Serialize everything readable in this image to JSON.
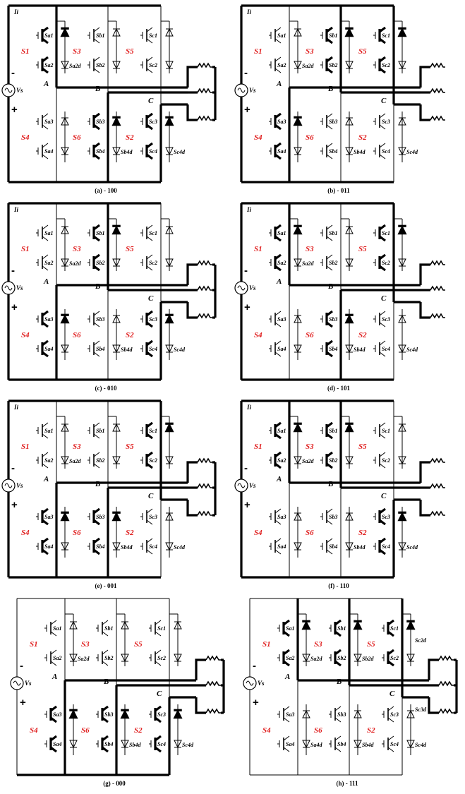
{
  "panels": [
    {
      "caption": "(a) - 100",
      "source_current": "Ii",
      "thick": {
        "top": [
          "L",
          "A"
        ],
        "upper": [
          "A"
        ],
        "lower": [
          "B",
          "C"
        ],
        "bottom": [
          "L",
          "B",
          "C"
        ],
        "loads": [
          true,
          true,
          true
        ],
        "node_lines": [
          "A",
          "B",
          "C"
        ]
      },
      "diode_labels": {
        "Sa2d": true,
        "Sb4d": true,
        "Sc4d": true
      }
    },
    {
      "caption": "(b) - 011",
      "source_current": "Ii",
      "thick": {
        "top": [
          "L",
          "B",
          "C"
        ],
        "upper": [
          "B",
          "C"
        ],
        "lower": [
          "A"
        ],
        "bottom": [
          "L",
          "A"
        ],
        "loads": [
          true,
          true,
          true
        ],
        "node_lines": [
          "A",
          "B",
          "C"
        ],
        "open_right": true
      },
      "diode_labels": {
        "Sa2d": true,
        "Sb4d": true,
        "Sc4d": true
      }
    },
    {
      "caption": "(c) - 010",
      "source_current": "Ii",
      "thick": {
        "top": [
          "L",
          "B"
        ],
        "upper": [
          "B"
        ],
        "lower": [
          "A",
          "C"
        ],
        "bottom": [
          "L",
          "A",
          "C"
        ],
        "loads": [
          true,
          true,
          true
        ],
        "node_lines": [
          "A",
          "B",
          "C"
        ]
      },
      "diode_labels": {
        "Sa2d": true,
        "Sb4d": true,
        "Sc4d": true
      }
    },
    {
      "caption": "(d) - 101",
      "source_current": "Ii",
      "thick": {
        "top": [
          "L",
          "A",
          "C"
        ],
        "upper": [
          "A",
          "C"
        ],
        "lower": [
          "B"
        ],
        "bottom": [
          "L",
          "B"
        ],
        "loads": [
          true,
          true,
          true
        ],
        "node_lines": [
          "A",
          "B",
          "C"
        ],
        "open_right": true
      },
      "diode_labels": {
        "Sa2d": true,
        "Sb4d": true,
        "Sc4d": true
      }
    },
    {
      "caption": "(e) - 001",
      "source_current": "Ii",
      "thick": {
        "top": [
          "L",
          "C"
        ],
        "upper": [
          "C"
        ],
        "lower": [
          "A",
          "B"
        ],
        "bottom": [
          "L",
          "A",
          "B"
        ],
        "loads": [
          true,
          true,
          true
        ],
        "node_lines": [
          "A",
          "B",
          "C"
        ]
      },
      "diode_labels": {
        "Sa2d": true,
        "Sb4d": true,
        "Sc4d": true
      }
    },
    {
      "caption": "(f) - 110",
      "source_current": "Ii",
      "thick": {
        "top": [
          "L",
          "A",
          "B"
        ],
        "upper": [
          "A",
          "B"
        ],
        "lower": [
          "C"
        ],
        "bottom": [
          "L",
          "C"
        ],
        "loads": [
          true,
          true,
          true
        ],
        "node_lines": [
          "A",
          "B",
          "C"
        ],
        "open_right": true
      },
      "diode_labels": {
        "Sa2d": true,
        "Sb4d": true,
        "Sc4d": true
      }
    },
    {
      "caption": "(g) -  000",
      "source_current": "",
      "thick": {
        "top": [],
        "upper": [],
        "lower": [
          "A",
          "B",
          "C"
        ],
        "bottom": [
          "A",
          "B",
          "C"
        ],
        "loads": [
          true,
          true,
          true
        ],
        "node_lines": [
          "A",
          "B",
          "C"
        ]
      },
      "diode_labels": {
        "Sa2d": true,
        "Sb4d": true,
        "Sc4d": true
      }
    },
    {
      "caption": "(h) - 111",
      "source_current": "",
      "thick": {
        "top": [
          "A",
          "B",
          "C"
        ],
        "upper": [
          "A",
          "B",
          "C"
        ],
        "lower": [],
        "bottom": [],
        "loads": [
          true,
          true,
          true
        ],
        "node_lines": [
          "A",
          "B",
          "C"
        ]
      },
      "diode_labels": {
        "Sa2d": true,
        "Sb2d": true,
        "Sc2d": true,
        "Sc3d": true,
        "Sa4d": true,
        "Sb4d": true,
        "Sc4d": true
      }
    }
  ],
  "labels": {
    "source": "Vs",
    "minus": "-",
    "plus": "+",
    "nodes": [
      "A",
      "B",
      "C"
    ],
    "switch_groups_upper": [
      "S1",
      "S3",
      "S5"
    ],
    "switch_groups_lower": [
      "S4",
      "S6",
      "S2"
    ],
    "switches": {
      "a": [
        "Sa1",
        "Sa2",
        "Sa3",
        "Sa4"
      ],
      "b": [
        "Sb1",
        "Sb2",
        "Sb3",
        "Sb4"
      ],
      "c": [
        "Sc1",
        "Sc2",
        "Sc3",
        "Sc4"
      ]
    },
    "diodes": {
      "Sa2d": "Sa2d",
      "Sb2d": "Sb2d",
      "Sc2d": "Sc2d",
      "Sc3d": "Sc3d",
      "Sa4d": "Sa4d",
      "Sb4d": "Sb4d",
      "Sc4d": "Sc4d"
    }
  }
}
